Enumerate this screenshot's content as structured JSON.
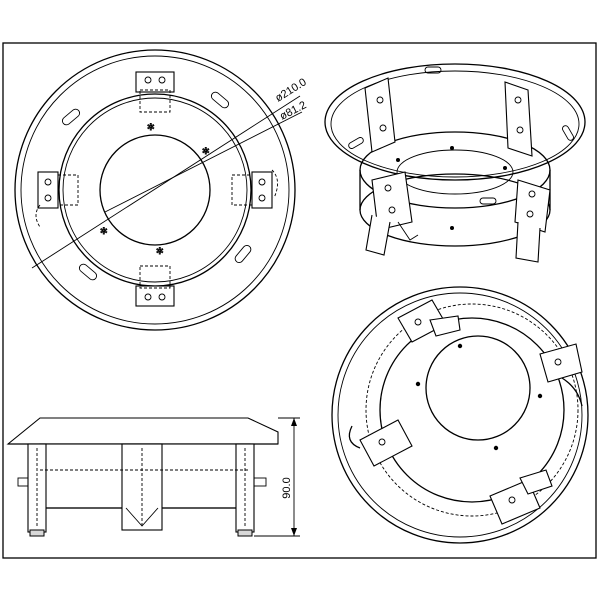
{
  "labels": {
    "dim_outer_diameter": "ø210.0",
    "dim_inner_diameter": "ø81.2",
    "dim_height": "90.0"
  },
  "colors": {
    "line": "#000000",
    "background": "#ffffff",
    "fill_grey": "#d8d8d8"
  }
}
